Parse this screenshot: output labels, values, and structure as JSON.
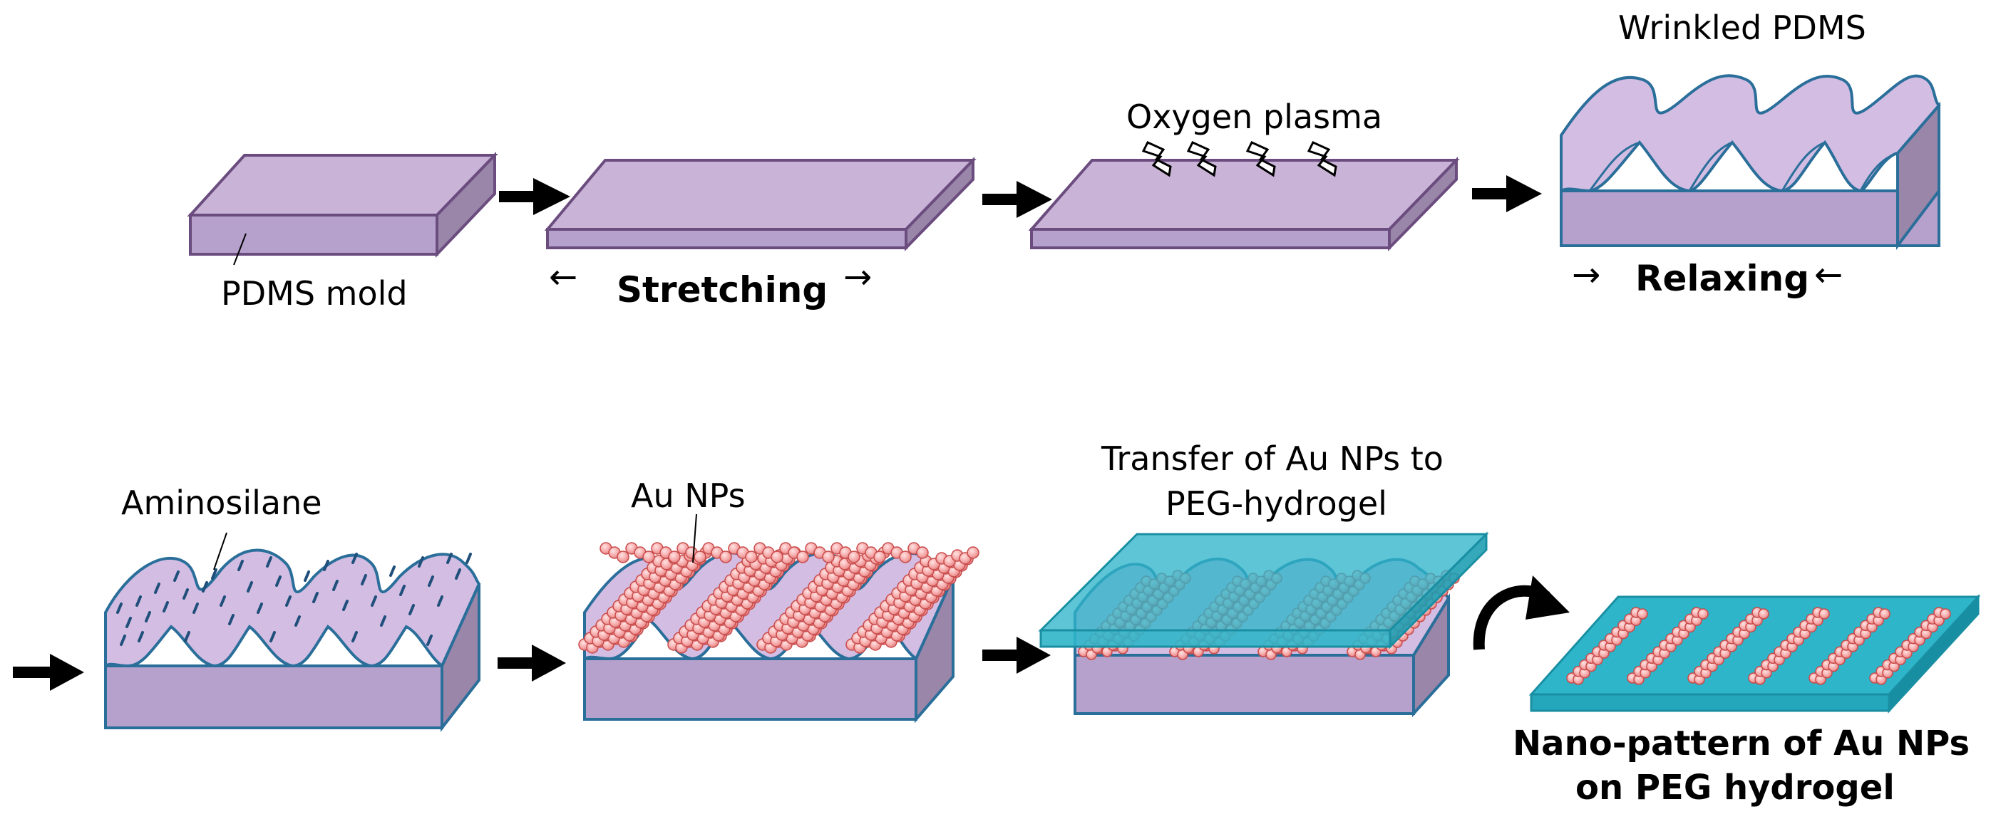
{
  "colors": {
    "pdms_top": "#c9b3d6",
    "pdms_front": "#b5a1cc",
    "pdms_side": "#9a86a9",
    "pdms_edge_purple": "#6b4c7f",
    "pdms_edge_blue": "#2a6e9a",
    "aminosilane": "#1f4f7a",
    "nanoparticle": "#f4a6a6",
    "nanoparticle_stroke": "#c94a4a",
    "hydrogel": "#2fb5c9",
    "hydrogel_edge": "#1a8fa3",
    "arrow": "#000000"
  },
  "labels": {
    "pdms_mold": "PDMS mold",
    "stretching": "Stretching",
    "oxygen_plasma": "Oxygen plasma",
    "wrinkled_pdms": "Wrinkled PDMS",
    "relaxing": "Relaxing",
    "aminosilane": "Aminosilane",
    "au_nps": "Au NPs",
    "transfer_line1": "Transfer of Au NPs to",
    "transfer_line2": "PEG-hydrogel",
    "result_line1": "Nano-pattern of Au NPs",
    "result_line2": "on PEG hydrogel"
  },
  "direction_glyphs": {
    "left": "←",
    "right": "→"
  }
}
